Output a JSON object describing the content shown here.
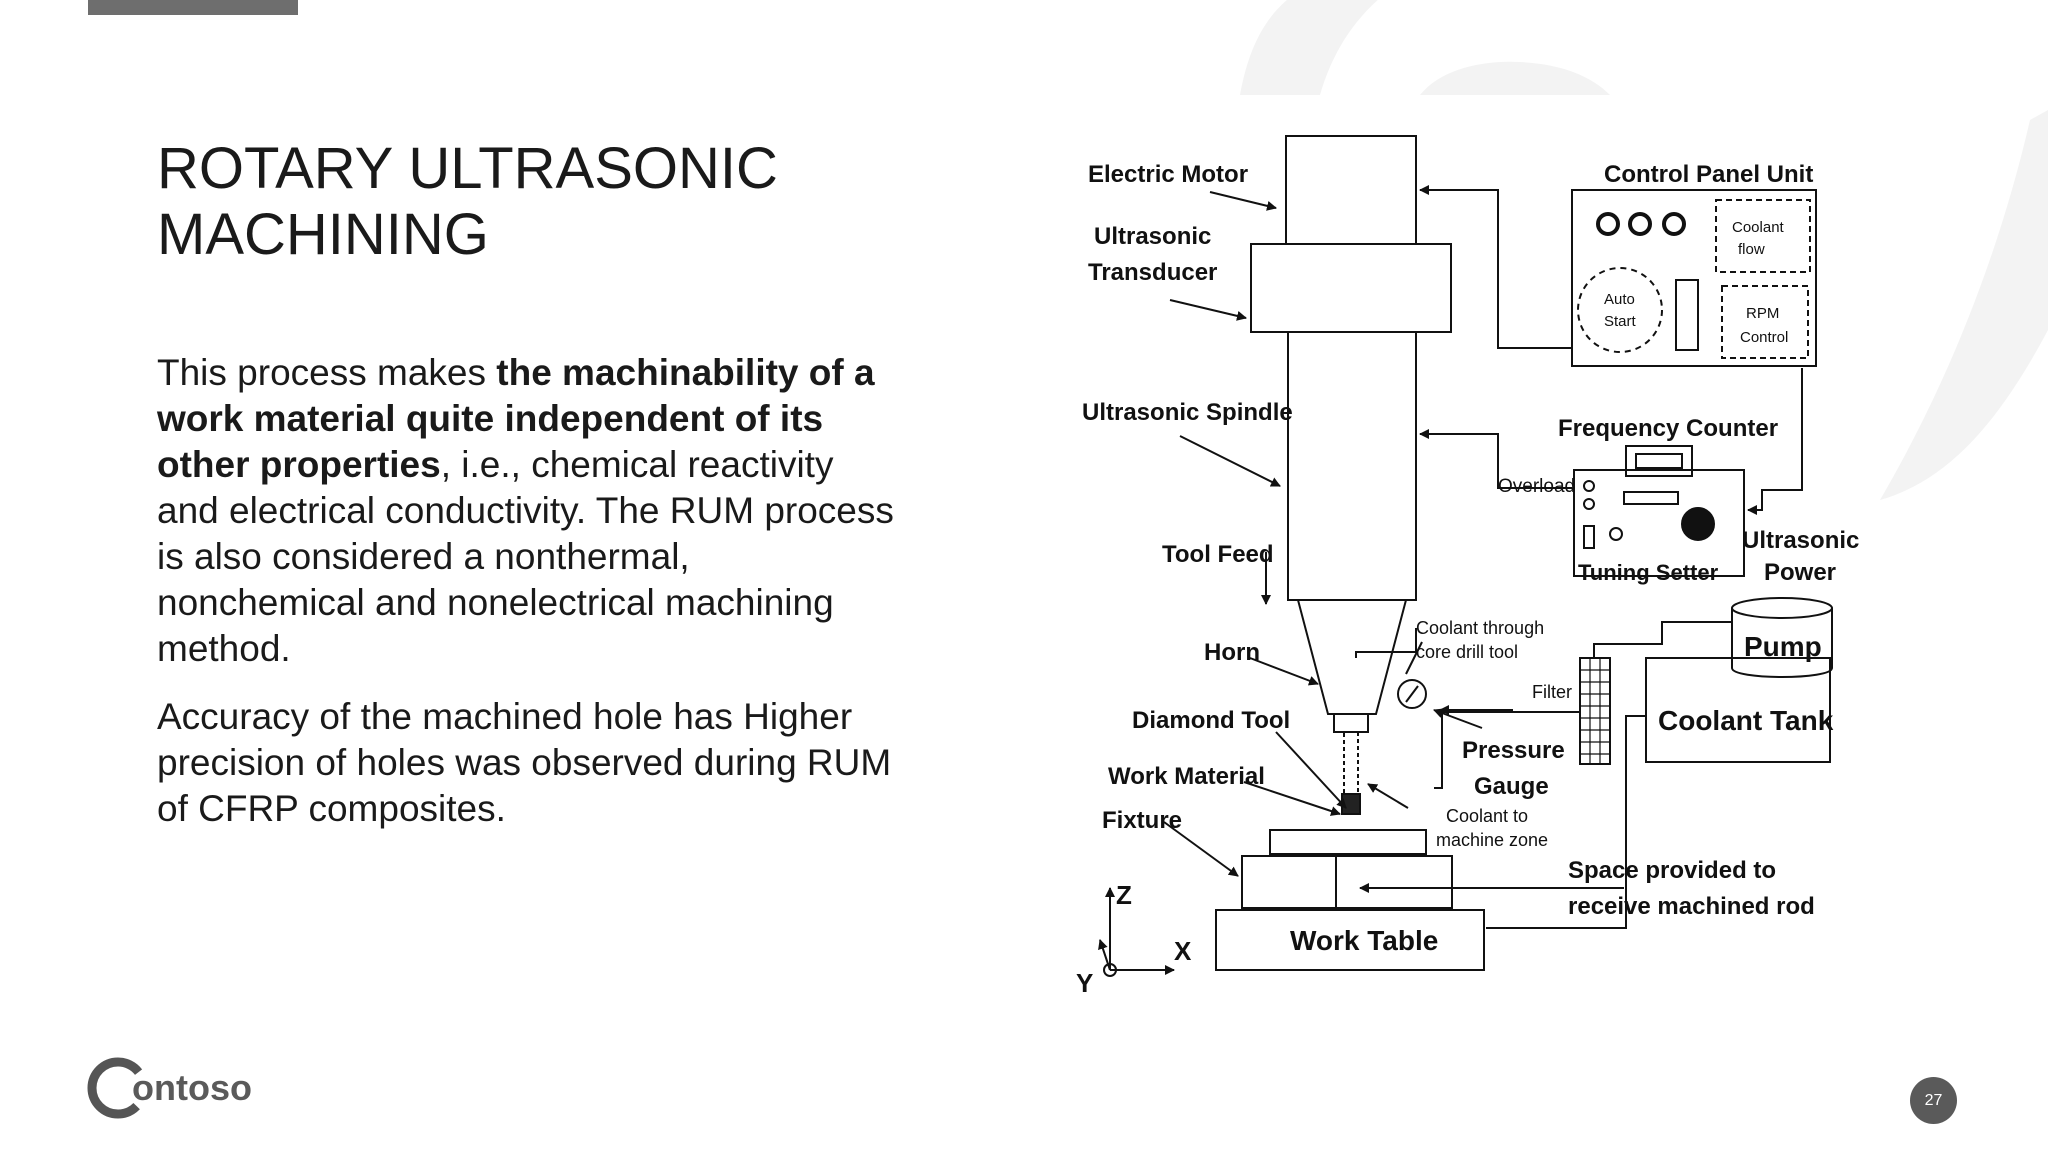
{
  "slide": {
    "title_line1": "ROTARY ULTRASONIC",
    "title_line2": "MACHINING",
    "para1_pre": "This process makes ",
    "para1_bold": "the machinability of a work material quite independent of its other properties",
    "para1_post": ", i.e., chemical reactivity and electrical conductivity. The RUM process is also considered a nonthermal, nonchemical and nonelectrical machining method.",
    "para2": "Accuracy of the machined hole has Higher precision of holes was observed during RUM of CFRP composites.",
    "page_number": "27",
    "logo_text": "ontoso"
  },
  "diagram": {
    "electric_motor": "Electric Motor",
    "ultrasonic": "Ultrasonic",
    "transducer": "Transducer",
    "ultrasonic_spindle": "Ultrasonic Spindle",
    "tool_feed": "Tool Feed",
    "horn": "Horn",
    "diamond_tool": "Diamond Tool",
    "work_material": "Work Material",
    "fixture": "Fixture",
    "work_table": "Work Table",
    "control_panel_unit": "Control Panel Unit",
    "coolant": "Coolant",
    "flow": "flow",
    "auto": "Auto",
    "start": "Start",
    "rpm": "RPM",
    "control": "Control",
    "frequency_counter": "Frequency Counter",
    "overload": "Overload",
    "tuning_setter": "Tuning Setter",
    "ultrasonic_power_1": "Ultrasonic",
    "ultrasonic_power_2": "Power",
    "coolant_through_1": "Coolant through",
    "coolant_through_2": "core drill tool",
    "filter": "Filter",
    "pump": "Pump",
    "coolant_tank": "Coolant Tank",
    "pressure": "Pressure",
    "gauge": "Gauge",
    "coolant_to_1": "Coolant to",
    "coolant_to_2": "machine zone",
    "space_1": "Space provided to",
    "space_2": "receive machined rod",
    "axis_z": "Z",
    "axis_x": "X",
    "axis_y": "Y"
  }
}
